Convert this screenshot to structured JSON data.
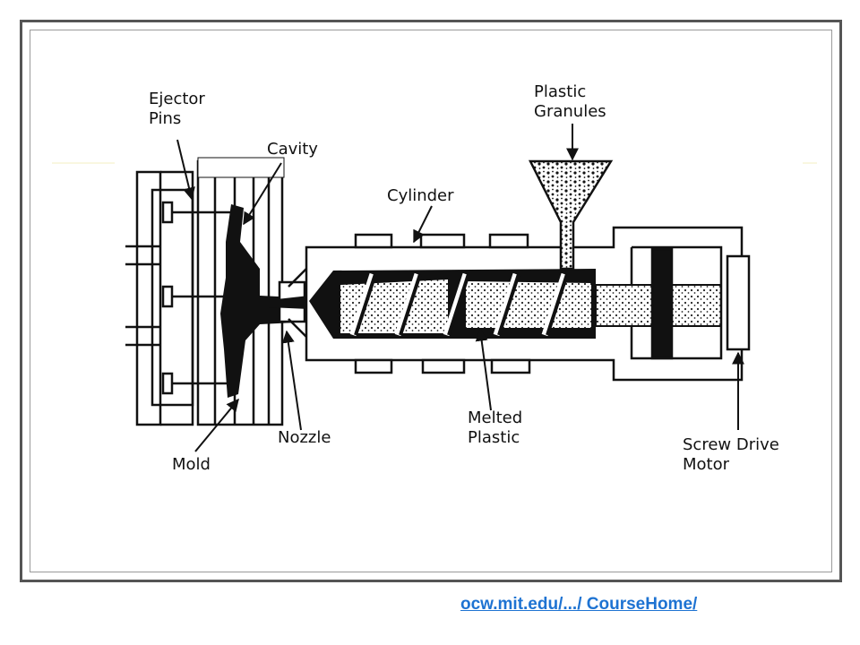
{
  "labels": {
    "ejector_pins": [
      "Ejector",
      "Pins"
    ],
    "cavity": "Cavity",
    "plastic_granules": [
      "Plastic",
      "Granules"
    ],
    "cylinder": "Cylinder",
    "nozzle": "Nozzle",
    "mold": "Mold",
    "melted_plastic": [
      "Melted",
      "Plastic"
    ],
    "screw_drive_motor": [
      "Screw Drive",
      "Motor"
    ]
  },
  "source_link": "ocw.mit.edu/.../ CourseHome/",
  "colors": {
    "frame": "#555555",
    "ink": "#111111",
    "link": "#1e73d2"
  }
}
